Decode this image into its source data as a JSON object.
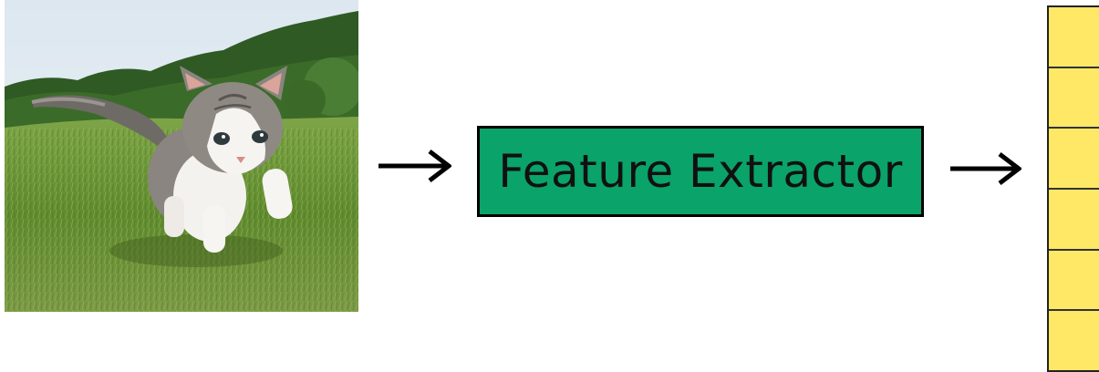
{
  "input_image": {
    "description_icon": "kitten-photo"
  },
  "extractor": {
    "label": "Feature Extractor",
    "fill": "#0aa36a"
  },
  "feature_vector": {
    "cells": 6,
    "fill": "#ffe866"
  },
  "colors": {
    "sky": "#dfe8ef",
    "grass": "#6f9a3a",
    "trees": "#2e5a22"
  }
}
